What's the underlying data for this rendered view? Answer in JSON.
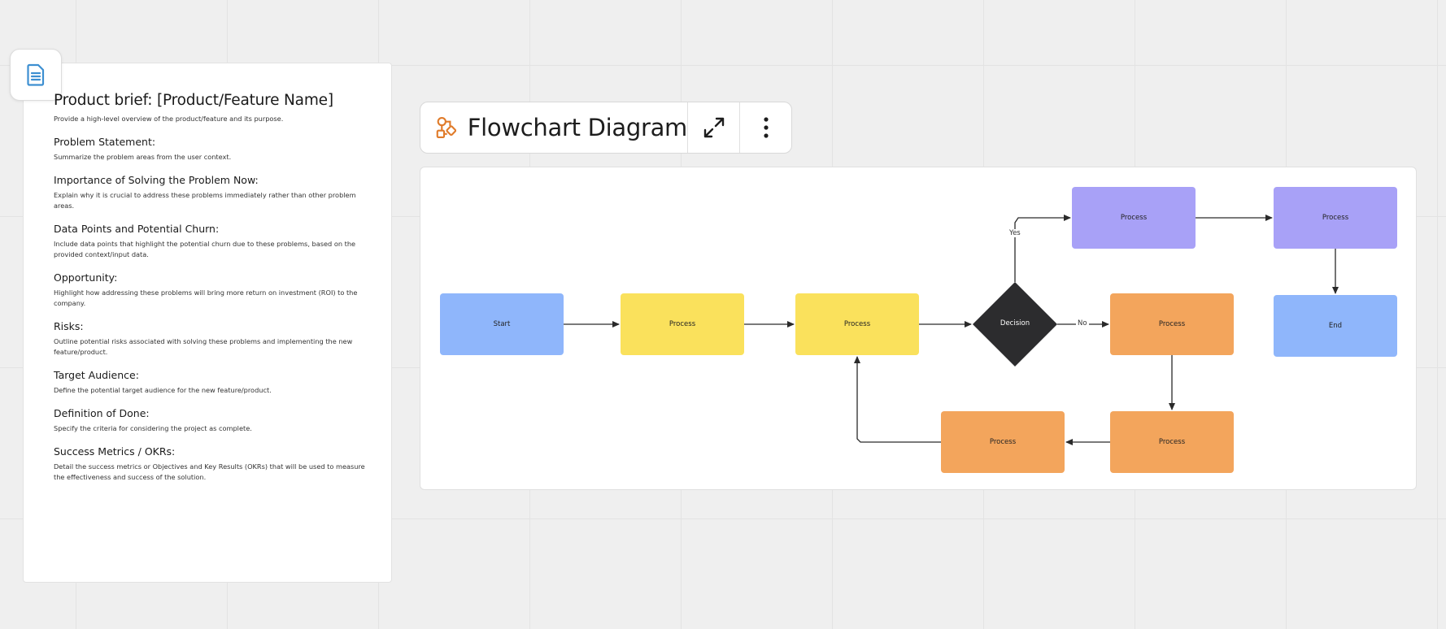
{
  "doc": {
    "title": "Product brief: [Product/Feature Name]",
    "intro": "Provide a high-level overview of the product/feature and its purpose.",
    "sections": [
      {
        "heading": "Problem Statement:",
        "body": "Summarize the problem areas from the user context."
      },
      {
        "heading": "Importance of Solving the Problem Now:",
        "body": "Explain why it is crucial to address these problems immediately rather than other problem areas."
      },
      {
        "heading": "Data Points and Potential Churn:",
        "body": "Include data points that highlight the potential churn due to these problems, based on the provided context/input data."
      },
      {
        "heading": "Opportunity:",
        "body": "Highlight how addressing these problems will bring more return on investment (ROI) to the company."
      },
      {
        "heading": "Risks:",
        "body": "Outline potential risks associated with solving these problems and implementing the new feature/product."
      },
      {
        "heading": "Target Audience:",
        "body": "Define the potential target audience for the new feature/product."
      },
      {
        "heading": "Definition of Done:",
        "body": "Specify the criteria for considering the project as complete."
      },
      {
        "heading": "Success Metrics / OKRs:",
        "body": "Detail the success metrics or Objectives and Key Results (OKRs) that will be used to measure the effectiveness and success of the solution."
      }
    ]
  },
  "toolbar": {
    "title": "Flowchart Diagram",
    "icon": "flowchart-icon",
    "expand_icon": "expand-icon",
    "more_icon": "more-vertical-icon"
  },
  "flowchart": {
    "nodes": [
      {
        "id": "start",
        "label": "Start",
        "type": "process",
        "color": "#8fb6fb"
      },
      {
        "id": "p1",
        "label": "Process",
        "type": "process",
        "color": "#fae15c"
      },
      {
        "id": "p2",
        "label": "Process",
        "type": "process",
        "color": "#fae15c"
      },
      {
        "id": "decision",
        "label": "Decision",
        "type": "decision",
        "color": "#2c2c2e"
      },
      {
        "id": "p_yes1",
        "label": "Process",
        "type": "process",
        "color": "#a8a1f7"
      },
      {
        "id": "p_yes2",
        "label": "Process",
        "type": "process",
        "color": "#a8a1f7"
      },
      {
        "id": "end",
        "label": "End",
        "type": "process",
        "color": "#8fb6fb"
      },
      {
        "id": "p_no1",
        "label": "Process",
        "type": "process",
        "color": "#f3a55c"
      },
      {
        "id": "p_no2",
        "label": "Process",
        "type": "process",
        "color": "#f3a55c"
      },
      {
        "id": "p_no3",
        "label": "Process",
        "type": "process",
        "color": "#f3a55c"
      }
    ],
    "edges": [
      {
        "from": "start",
        "to": "p1",
        "label": ""
      },
      {
        "from": "p1",
        "to": "p2",
        "label": ""
      },
      {
        "from": "p2",
        "to": "decision",
        "label": ""
      },
      {
        "from": "decision",
        "to": "p_yes1",
        "label": "Yes"
      },
      {
        "from": "p_yes1",
        "to": "p_yes2",
        "label": ""
      },
      {
        "from": "p_yes2",
        "to": "end",
        "label": ""
      },
      {
        "from": "decision",
        "to": "p_no1",
        "label": "No"
      },
      {
        "from": "p_no1",
        "to": "p_no2",
        "label": ""
      },
      {
        "from": "p_no2",
        "to": "p_no3",
        "label": ""
      },
      {
        "from": "p_no3",
        "to": "p2",
        "label": ""
      }
    ]
  },
  "colors": {
    "doc_icon": "#3d8fd1",
    "flowchart_icon": "#e07b2a",
    "edge": "#2a2a2a"
  }
}
